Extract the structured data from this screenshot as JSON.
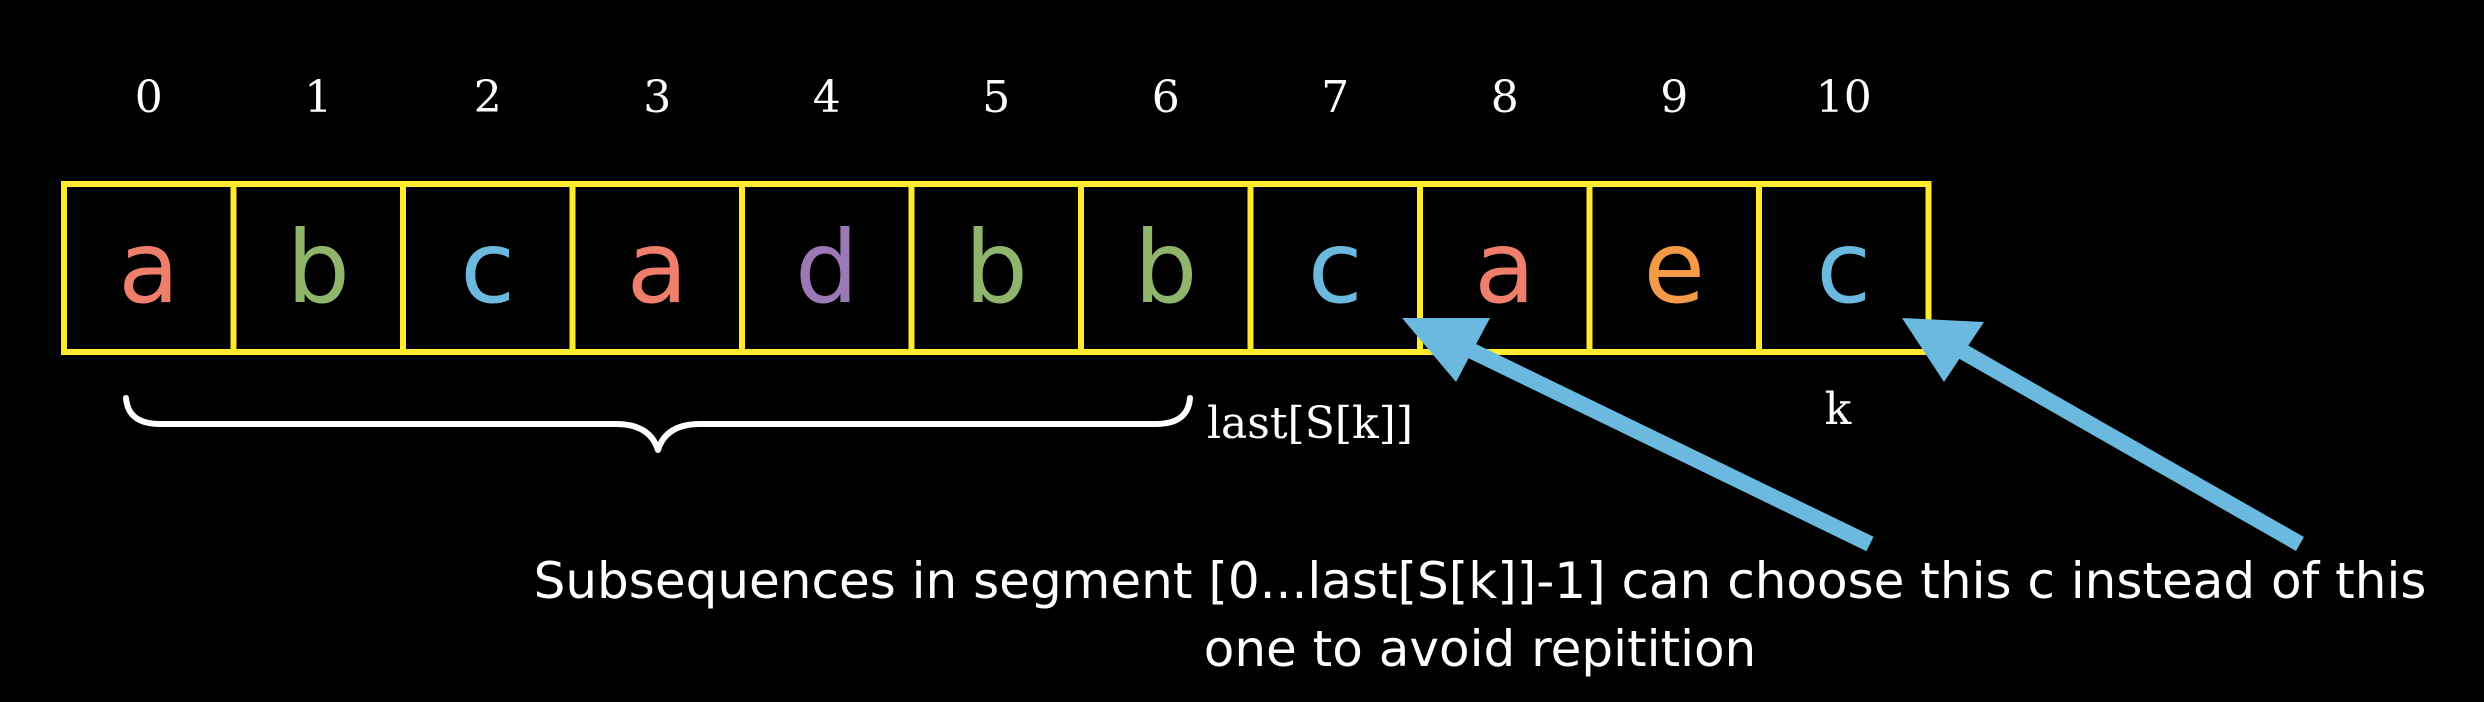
{
  "array": {
    "indices": [
      "0",
      "1",
      "2",
      "3",
      "4",
      "5",
      "6",
      "7",
      "8",
      "9",
      "10"
    ],
    "cells": [
      {
        "char": "a",
        "color": "#ef7f6a"
      },
      {
        "char": "b",
        "color": "#8fb46c"
      },
      {
        "char": "c",
        "color": "#6bb9df"
      },
      {
        "char": "a",
        "color": "#ef7f6a"
      },
      {
        "char": "d",
        "color": "#9a79b6"
      },
      {
        "char": "b",
        "color": "#8fb46c"
      },
      {
        "char": "b",
        "color": "#8fb46c"
      },
      {
        "char": "c",
        "color": "#6bb9df"
      },
      {
        "char": "a",
        "color": "#ef7f6a"
      },
      {
        "char": "e",
        "color": "#f49a47"
      },
      {
        "char": "c",
        "color": "#6bb9df"
      }
    ],
    "border_color": "#ffea2e"
  },
  "labels": {
    "last": "last[S[k]]",
    "k": "k"
  },
  "arrow_color": "#6bb9df",
  "caption": {
    "line1": "Subsequences in segment [0...last[S[k]]-1] can choose this c instead of this",
    "line2": "one to avoid repitition"
  }
}
